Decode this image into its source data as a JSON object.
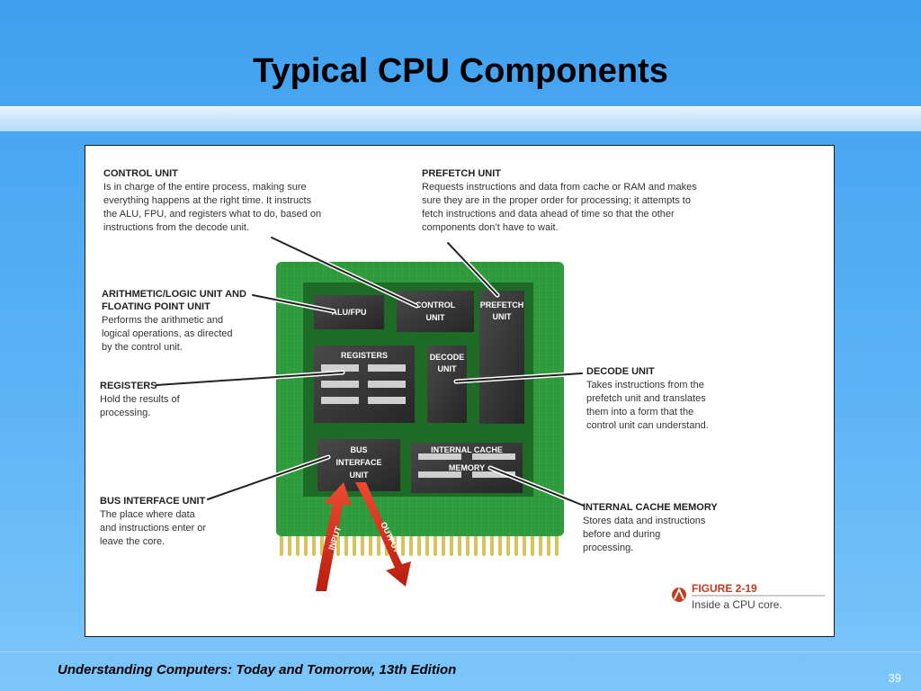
{
  "slide": {
    "title": "Typical CPU Components",
    "footer": "Understanding Computers: Today and Tomorrow, 13th Edition",
    "page_number": "39"
  },
  "figure": {
    "number": "FIGURE 2-19",
    "caption": "Inside a CPU core.",
    "callouts": {
      "control_unit": {
        "heading": "CONTROL UNIT",
        "lines": [
          "Is in charge of the entire process, making sure",
          "everything happens at the right time. It instructs",
          "the ALU, FPU, and registers what to do, based on",
          "instructions from the decode unit."
        ]
      },
      "prefetch_unit": {
        "heading": "PREFETCH UNIT",
        "lines": [
          "Requests instructions and data from cache or RAM and makes",
          "sure they are in the proper order for processing; it attempts to",
          "fetch instructions and data ahead of time so that the other",
          "components don’t have to wait."
        ]
      },
      "alu_fpu": {
        "heading_lines": [
          "ARITHMETIC/LOGIC UNIT AND",
          "FLOATING POINT UNIT"
        ],
        "lines": [
          "Performs the arithmetic and",
          "logical operations, as directed",
          "by the control unit."
        ]
      },
      "registers": {
        "heading": "REGISTERS",
        "lines": [
          "Hold the results of",
          "processing."
        ]
      },
      "decode_unit": {
        "heading": "DECODE UNIT",
        "lines": [
          "Takes instructions from the",
          "prefetch unit and translates",
          "them into a form that the",
          "control unit can understand."
        ]
      },
      "bus_interface_unit": {
        "heading": "BUS INTERFACE UNIT",
        "lines": [
          "The place where data",
          "and instructions enter or",
          "leave the core."
        ]
      },
      "internal_cache_memory": {
        "heading": "INTERNAL CACHE MEMORY",
        "lines": [
          "Stores data and instructions",
          "before and during",
          "processing."
        ]
      }
    },
    "chip_labels": {
      "alu_fpu": "ALU/FPU",
      "control": [
        "CONTROL",
        "UNIT"
      ],
      "prefetch": [
        "PREFETCH",
        "UNIT"
      ],
      "registers": "REGISTERS",
      "decode": [
        "DECODE",
        "UNIT"
      ],
      "bus": [
        "BUS",
        "INTERFACE",
        "UNIT"
      ],
      "cache": [
        "INTERNAL CACHE",
        "MEMORY"
      ],
      "input": "INPUT",
      "output": "OUTPUT"
    },
    "colors": {
      "chip_green": "#2f9a3c",
      "chip_dark": "#1e6b27",
      "block": "#3a3a3a",
      "pin_gold": "#d8c25a",
      "arrow_red": "#d8321c",
      "figure_accent": "#c53a1c"
    }
  }
}
